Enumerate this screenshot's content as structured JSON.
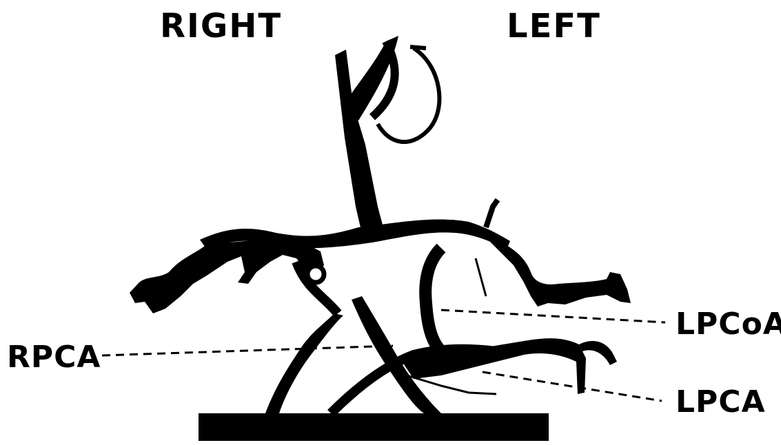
{
  "orientation": {
    "right_label": "RIGHT",
    "left_label": "LEFT"
  },
  "annotations": {
    "lpcoa": "LPCoA",
    "rpca": "RPCA",
    "lpca": "LPCA"
  },
  "colors": {
    "ink": "#000000",
    "background": "#ffffff"
  }
}
